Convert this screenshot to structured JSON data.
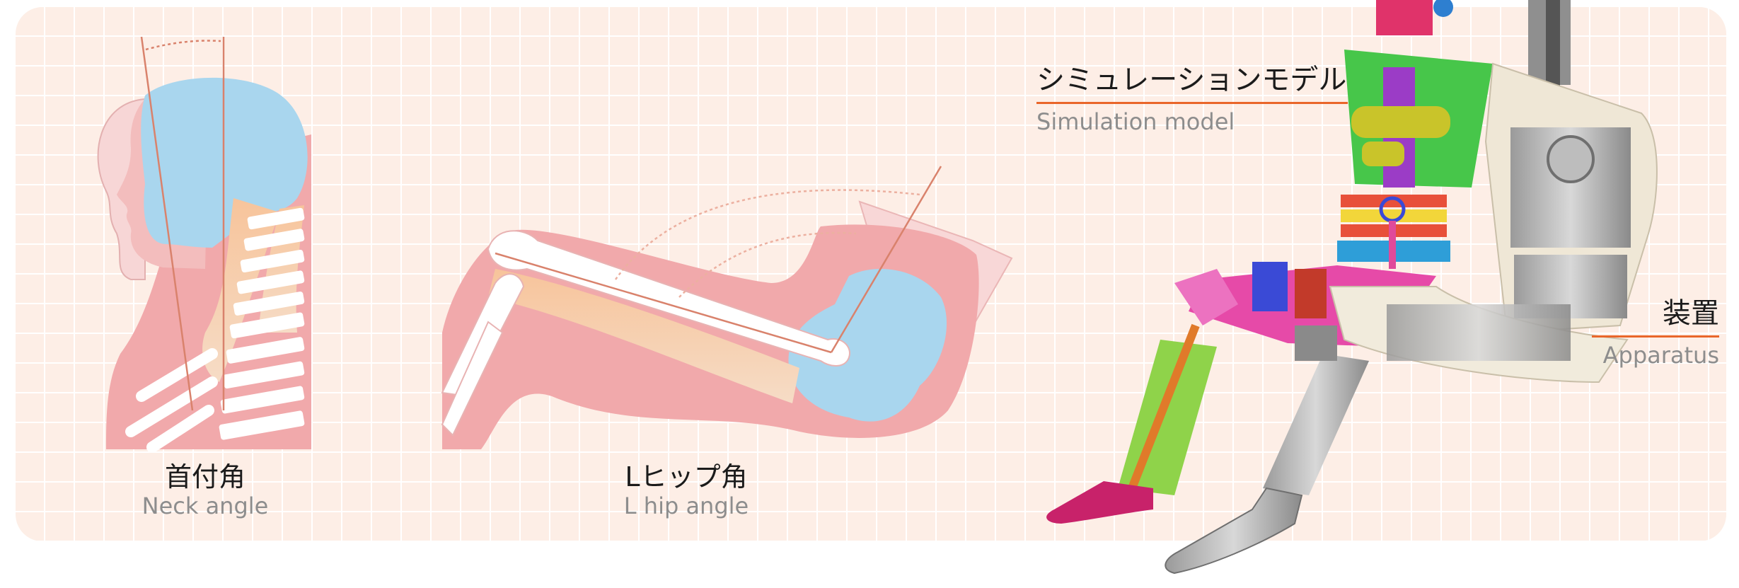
{
  "colors": {
    "panel_bg": "#fdeee6",
    "grid_line": "#ffffff",
    "accent_line": "#e9662a",
    "skin_pink": "#f1a9ab",
    "bone_white": "#ffffff",
    "skull_blue": "#a9d6ee",
    "muscle_orange": "#f4b488"
  },
  "figures": {
    "neck": {
      "jp": "首付角",
      "en": "Neck angle"
    },
    "hip": {
      "jp": "Lヒップ角",
      "en": "L hip angle"
    }
  },
  "callouts": {
    "simulation": {
      "jp": "シミュレーションモデル",
      "en": "Simulation model"
    },
    "apparatus": {
      "jp": "装置",
      "en": "Apparatus"
    }
  }
}
